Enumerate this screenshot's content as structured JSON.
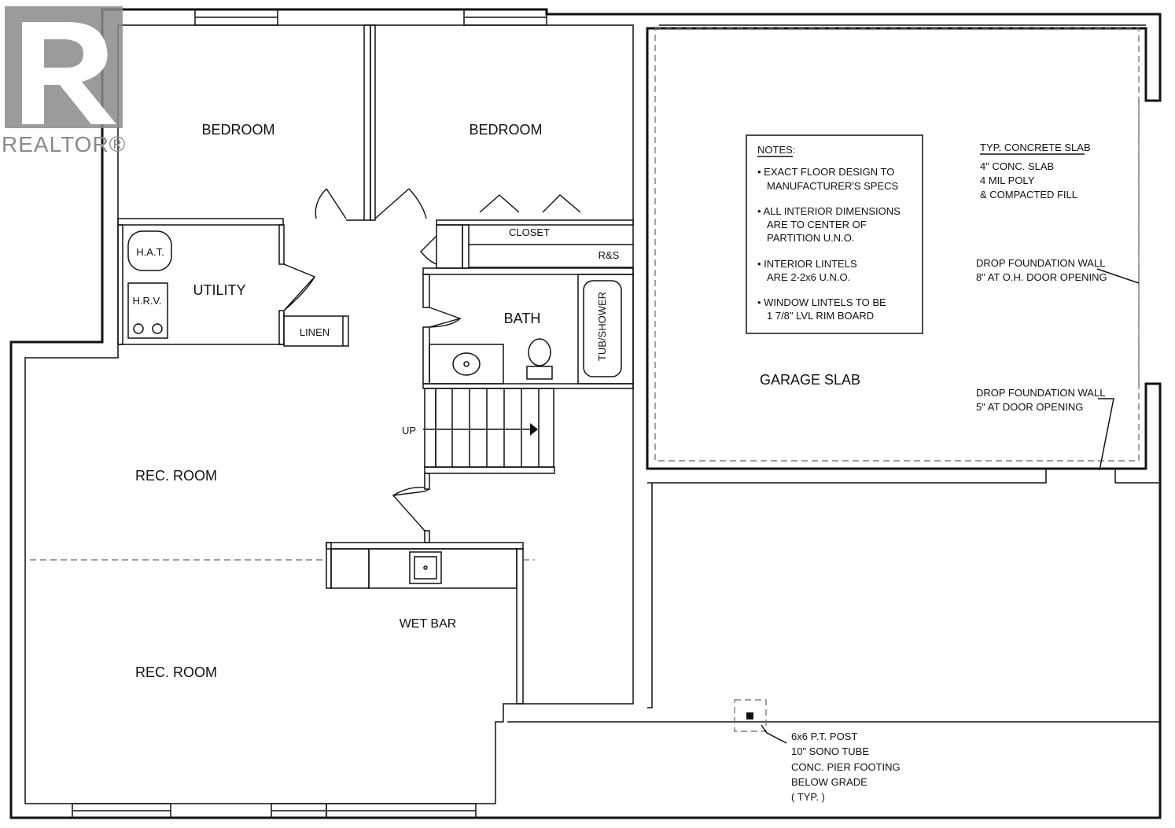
{
  "logo": {
    "text": "REALTOR®"
  },
  "rooms": {
    "bedroom_left": "BEDROOM",
    "bedroom_right": "BEDROOM",
    "closet": "CLOSET",
    "rs": "R&S",
    "utility": "UTILITY",
    "hat": "H.A.T.",
    "hrv": "H.R.V.",
    "linen": "LINEN",
    "bath": "BATH",
    "tub": "TUB/SHOWER",
    "up": "UP",
    "rec_upper": "REC. ROOM",
    "rec_lower": "REC. ROOM",
    "wet_bar": "WET BAR",
    "garage": "GARAGE SLAB"
  },
  "notes": {
    "title": "NOTES:",
    "items": [
      [
        "• EXACT FLOOR DESIGN TO",
        "MANUFACTURER'S SPECS"
      ],
      [
        "• ALL INTERIOR DIMENSIONS",
        "ARE TO CENTER OF",
        "PARTITION U.N.O."
      ],
      [
        "• INTERIOR LINTELS",
        "ARE 2-2x6 U.N.O."
      ],
      [
        "• WINDOW LINTELS TO BE",
        "1 7/8\" LVL RIM BOARD"
      ]
    ]
  },
  "slab": {
    "title": "TYP. CONCRETE SLAB",
    "lines": [
      "4\" CONC. SLAB",
      "4 MIL POLY",
      "& COMPACTED FILL"
    ]
  },
  "foundation_notes": {
    "oh_door": [
      "DROP FOUNDATION WALL",
      "8\" AT O.H. DOOR OPENING"
    ],
    "door": [
      "DROP FOUNDATION WALL",
      "5\" AT DOOR OPENING"
    ]
  },
  "post_note": [
    "6x6  P.T.  POST",
    "10\"  SONO  TUBE",
    "CONC.  PIER  FOOTING",
    "BELOW  GRADE",
    "( TYP. )"
  ]
}
